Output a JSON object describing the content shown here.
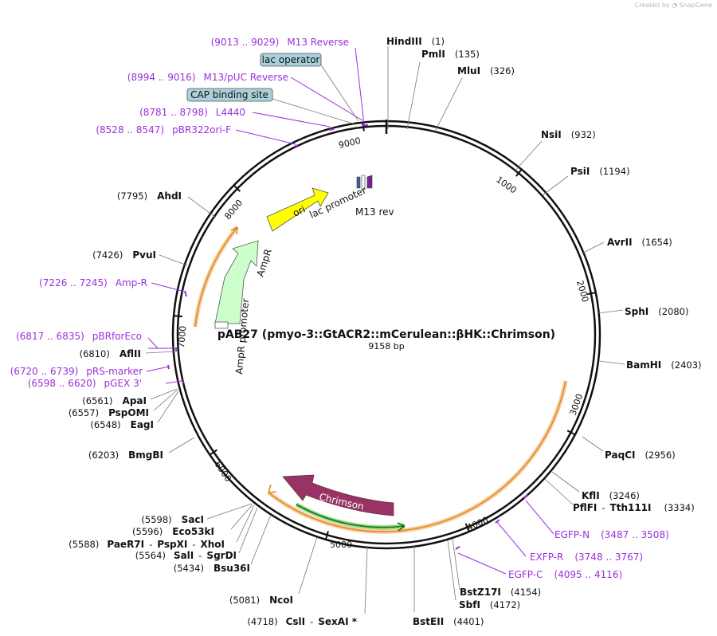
{
  "brand": {
    "created_by": "Created by",
    "app_name": "SnapGene"
  },
  "plasmid": {
    "name": "pAB27 (pmyo-3::GtACR2::mCerulean::βHK::Chrimson)",
    "length_label": "9158 bp"
  },
  "ticks": [
    "1000",
    "2000",
    "3000",
    "4000",
    "5000",
    "6000",
    "7000",
    "8000",
    "9000"
  ],
  "enzymes": [
    {
      "name": "HindIII",
      "pos": "(1)"
    },
    {
      "name": "PmlI",
      "pos": "(135)"
    },
    {
      "name": "MluI",
      "pos": "(326)"
    },
    {
      "name": "NsiI",
      "pos": "(932)"
    },
    {
      "name": "PsiI",
      "pos": "(1194)"
    },
    {
      "name": "AvrII",
      "pos": "(1654)"
    },
    {
      "name": "SphI",
      "pos": "(2080)"
    },
    {
      "name": "BamHI",
      "pos": "(2403)"
    },
    {
      "name": "PaqCI",
      "pos": "(2956)"
    },
    {
      "name": "KflI",
      "pos": "(3246)"
    },
    {
      "name": "PflFI",
      "pos": ""
    },
    {
      "name": "Tth111I",
      "pos": "(3334)"
    },
    {
      "name": "BstZ17I",
      "pos": "(4154)"
    },
    {
      "name": "SbfI",
      "pos": "(4172)"
    },
    {
      "name": "BstEII",
      "pos": "(4401)"
    },
    {
      "name": "CslI",
      "pos": "(4718)"
    },
    {
      "name": "SexAI *",
      "pos": ""
    },
    {
      "name": "NcoI",
      "pos": "(5081)"
    },
    {
      "name": "Bsu36I",
      "pos": "(5434)"
    },
    {
      "name": "SalI",
      "pos": "(5564)"
    },
    {
      "name": "SgrDI",
      "pos": ""
    },
    {
      "name": "PaeR7I",
      "pos": "(5588)"
    },
    {
      "name": "PspXI",
      "pos": ""
    },
    {
      "name": "XhoI",
      "pos": ""
    },
    {
      "name": "Eco53kI",
      "pos": "(5596)"
    },
    {
      "name": "SacI",
      "pos": "(5598)"
    },
    {
      "name": "BmgBI",
      "pos": "(6203)"
    },
    {
      "name": "EagI",
      "pos": "(6548)"
    },
    {
      "name": "PspOMI",
      "pos": "(6557)"
    },
    {
      "name": "ApaI",
      "pos": "(6561)"
    },
    {
      "name": "AflII",
      "pos": "(6810)"
    },
    {
      "name": "PvuI",
      "pos": "(7426)"
    },
    {
      "name": "AhdI",
      "pos": "(7795)"
    }
  ],
  "primers": [
    {
      "name": "M13 Reverse",
      "range": "(9013 .. 9029)"
    },
    {
      "name": "M13/pUC Reverse",
      "range": "(8994 .. 9016)"
    },
    {
      "name": "L4440",
      "range": "(8781 .. 8798)"
    },
    {
      "name": "pBR322ori-F",
      "range": "(8528 .. 8547)"
    },
    {
      "name": "Amp-R",
      "range": "(7226 .. 7245)"
    },
    {
      "name": "pBRforEco",
      "range": "(6817 .. 6835)"
    },
    {
      "name": "pRS-marker",
      "range": "(6720 .. 6739)"
    },
    {
      "name": "pGEX 3'",
      "range": "(6598 .. 6620)"
    },
    {
      "name": "EGFP-N",
      "range": "(3487 .. 3508)"
    },
    {
      "name": "EXFP-R",
      "range": "(3748 .. 3767)"
    },
    {
      "name": "EGFP-C",
      "range": "(4095 .. 4116)"
    }
  ],
  "boxes": [
    "lac operator",
    "CAP binding site"
  ],
  "features": [
    "ori",
    "lac promoter",
    "M13 rev",
    "AmpR",
    "AmpR promoter",
    "Chrimson"
  ],
  "colors": {
    "primer": "#9b30d9",
    "ori": "#ffff00",
    "ampr": "#ccffcc",
    "chrimson": "#993366",
    "orange_arc": "#e08a2a",
    "green_arc": "#1f9e1f",
    "box_fill": "#a8d1db"
  }
}
